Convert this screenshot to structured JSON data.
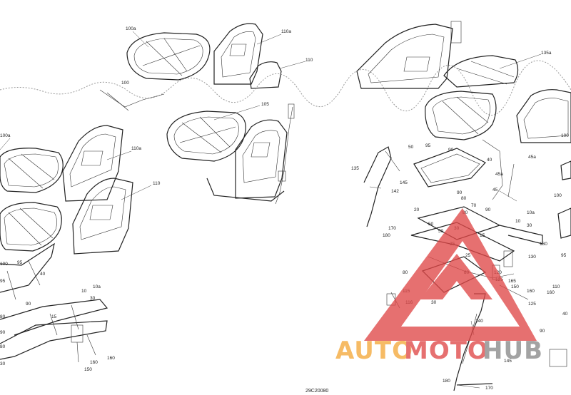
{
  "diagram": {
    "code": "29C20080",
    "labels_left": [
      "100a",
      "110a",
      "110",
      "100",
      "105",
      "100a",
      "110a",
      "110",
      "100",
      "95",
      "40",
      "95",
      "10a",
      "10",
      "30",
      "90",
      "15",
      "80",
      "90",
      "80",
      "160",
      "160",
      "150",
      "30"
    ],
    "labels_right": [
      "135a",
      "100",
      "50",
      "95",
      "90",
      "40",
      "135",
      "145",
      "142",
      "45a",
      "45a",
      "45",
      "90",
      "80",
      "170",
      "180",
      "70",
      "90",
      "80",
      "10a",
      "10",
      "20",
      "30",
      "50",
      "50",
      "30",
      "15",
      "25",
      "25",
      "120",
      "130",
      "125",
      "130",
      "80",
      "80",
      "165",
      "140",
      "115",
      "116",
      "150",
      "160",
      "125",
      "110",
      "30",
      "160",
      "145",
      "180",
      "170",
      "100",
      "95",
      "40",
      "90"
    ]
  },
  "watermark": {
    "text_auto": "AUTO",
    "text_moto": "MOTO",
    "text_hub": "HUB",
    "colors": {
      "orange": "#f4a93a",
      "red": "#e04848",
      "gray": "#8a8a8a"
    }
  }
}
